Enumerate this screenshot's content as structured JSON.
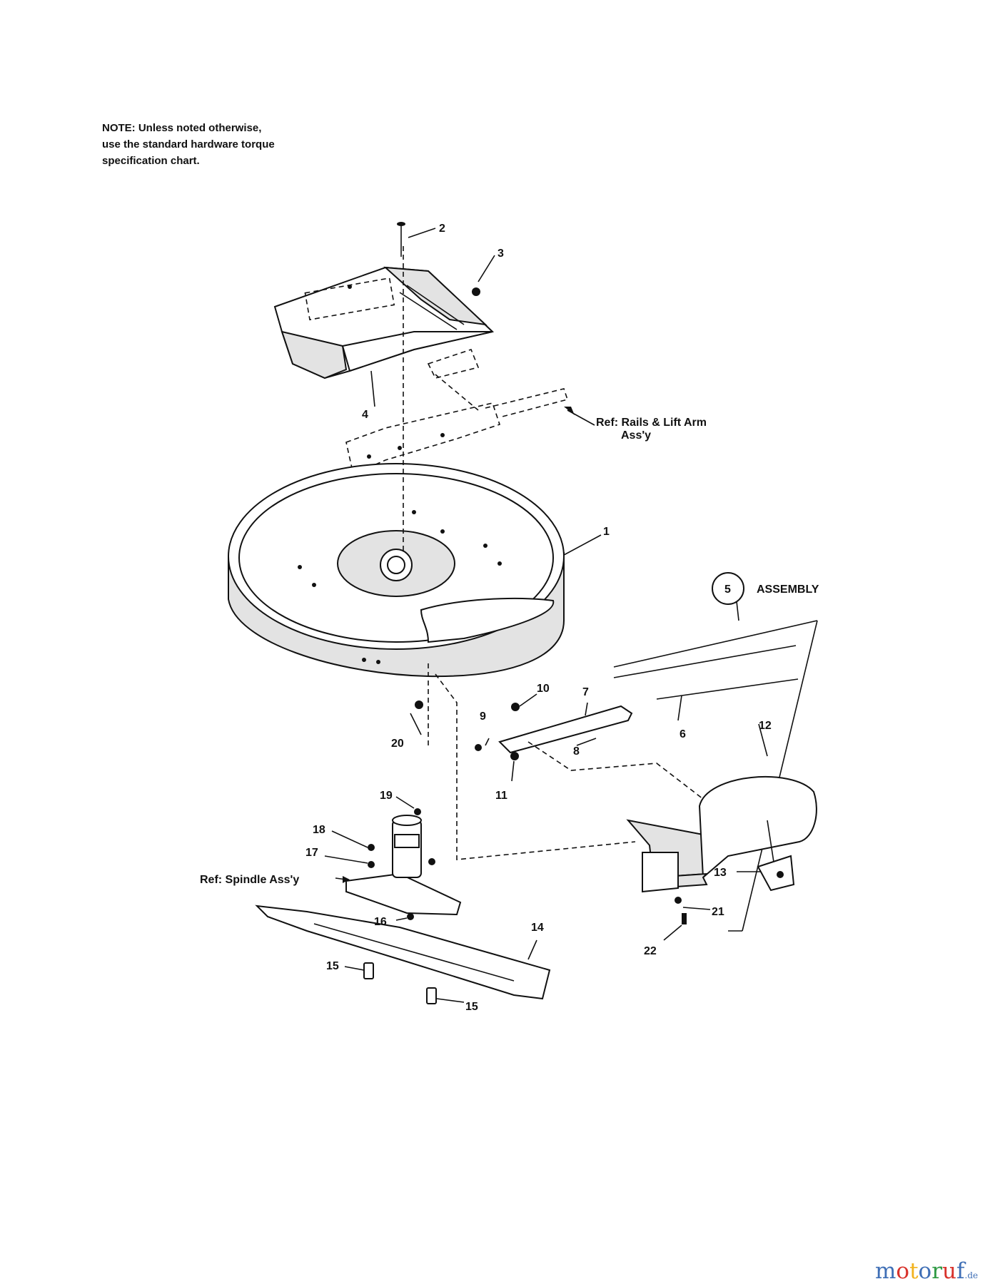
{
  "note": {
    "line1": "NOTE: Unless noted otherwise,",
    "line2": "use the standard hardware torque",
    "line3": "specification chart."
  },
  "callouts": {
    "c1": "1",
    "c2": "2",
    "c3": "3",
    "c4": "4",
    "c5": "5",
    "c6": "6",
    "c7": "7",
    "c8": "8",
    "c9": "9",
    "c10": "10",
    "c11": "11",
    "c12": "12",
    "c13": "13",
    "c14": "14",
    "c15a": "15",
    "c15b": "15",
    "c16": "16",
    "c17": "17",
    "c18": "18",
    "c19": "19",
    "c20": "20",
    "c21": "21",
    "c22": "22"
  },
  "refs": {
    "rails_line1": "Ref: Rails & Lift Arm",
    "rails_line2": "Ass'y",
    "spindle": "Ref: Spindle Ass'y",
    "assembly": "ASSEMBLY"
  },
  "watermark": {
    "letters": [
      "m",
      "o",
      "t",
      "o",
      "r",
      "u",
      "f"
    ],
    "suffix": ".de",
    "colors": [
      "#3f6fb6",
      "#d8322b",
      "#f2b21d",
      "#3f6fb6",
      "#2f9a44",
      "#d8322b",
      "#3f6fb6"
    ]
  }
}
